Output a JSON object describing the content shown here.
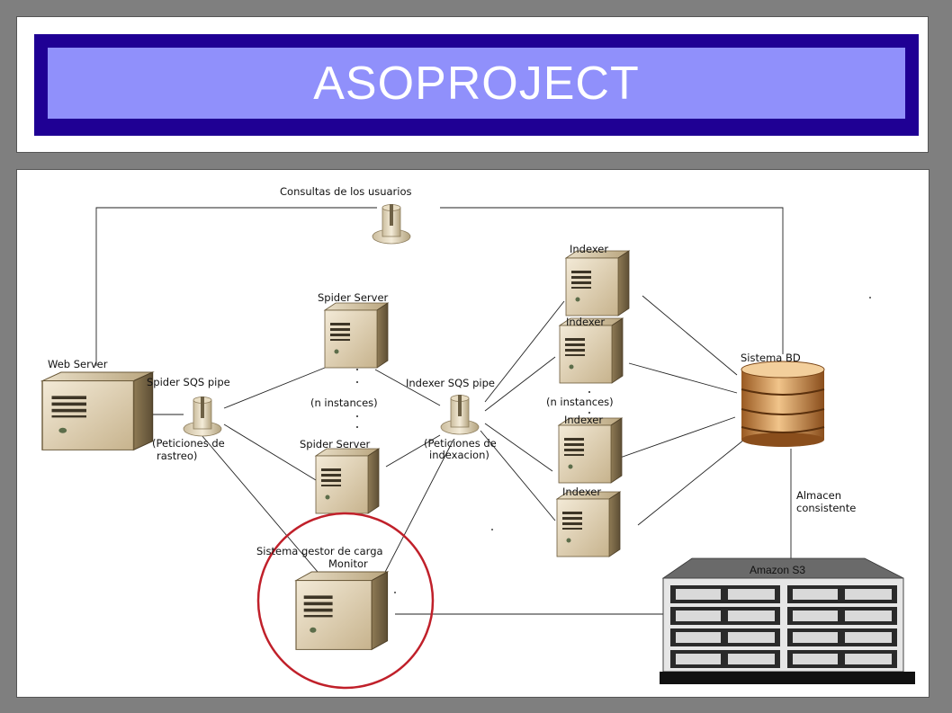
{
  "title": "ASOPROJECT",
  "labels": {
    "consultas": "Consultas de los usuarios",
    "web_server": "Web Server",
    "spider_sqs_pipe": "Spider SQS pipe",
    "peticiones_rastreo_1": "(Peticiones de",
    "peticiones_rastreo_2": "rastreo)",
    "spider_server_top": "Spider Server",
    "spider_instances": "(n instances)",
    "spider_server_bottom": "Spider Server",
    "indexer_sqs_pipe": "Indexer SQS pipe",
    "peticiones_indexacion_1": "(Peticiones de",
    "peticiones_indexacion_2": "indexacion)",
    "indexer_1": "Indexer",
    "indexer_2": "Indexer",
    "indexer_instances": "(n instances)",
    "indexer_3": "Indexer",
    "indexer_4": "Indexer",
    "sistema_bd": "Sistema BD",
    "almacen_1": "Almacen",
    "almacen_2": "consistente",
    "sistema_gestor_1": "Sistema gestor de carga",
    "sistema_gestor_2": "Monitor",
    "amazon_s3": "Amazon S3"
  },
  "colors": {
    "title_border": "#1f0094",
    "title_fill": "#9090fb",
    "monitor_circle": "#c0202a",
    "database": "#c98a4a"
  },
  "icons": {
    "pipe": "pipe-icon",
    "server": "server-icon",
    "database": "database-icon",
    "storage": "storage-rack-icon"
  }
}
